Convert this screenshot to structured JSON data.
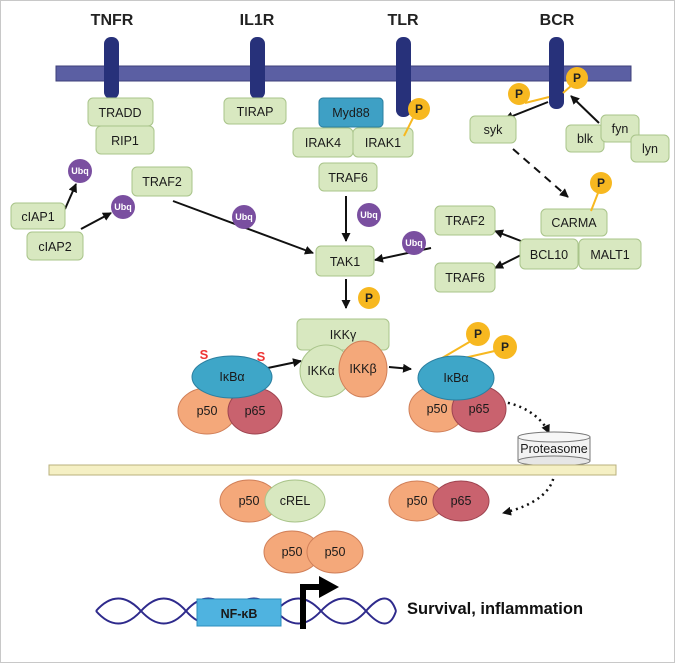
{
  "receptors": {
    "tnfr": "TNFR",
    "il1r": "IL1R",
    "tlr": "TLR",
    "bcr": "BCR"
  },
  "proteins": {
    "tradd": "TRADD",
    "rip1": "RIP1",
    "traf2_tnfr": "TRAF2",
    "ciap1": "cIAP1",
    "ciap2": "cIAP2",
    "tirap": "TIRAP",
    "myd88": "Myd88",
    "irak4": "IRAK4",
    "irak1": "IRAK1",
    "traf6_tlr": "TRAF6",
    "syk": "syk",
    "blk": "blk",
    "fyn": "fyn",
    "lyn": "lyn",
    "carma": "CARMA",
    "bcl10": "BCL10",
    "malt1": "MALT1",
    "traf2_bcr": "TRAF2",
    "traf6_bcr": "TRAF6",
    "tak1": "TAK1",
    "ikkg": "IKKγ",
    "ikka": "IKKα",
    "ikkb": "IKKβ",
    "ikba_left": "IκBα",
    "ikba_right": "IκBα",
    "p50": "p50",
    "p65": "p65",
    "crel": "cREL",
    "proteasome": "Proteasome",
    "nfkb": "NF-κB"
  },
  "mods": {
    "ubq": "Ubq",
    "p": "P",
    "s": "S"
  },
  "outcome": "Survival, inflammation",
  "colors": {
    "membrane": "#5b5fa3",
    "receptor": "#27317a",
    "box_fill": "#d8e8c0",
    "box_stroke": "#a9c48a",
    "myd88_fill": "#3ea0c5",
    "ubq": "#7a4fa0",
    "phospho": "#f7b820",
    "p50": "#f4a87a",
    "p65": "#c9626e",
    "ikba": "#3ea6c8",
    "nuclear_membrane": "#f5f0c4",
    "dna": "#2e2a8c",
    "nfkb_box": "#4fb3e0"
  },
  "icons": {
    "dna": "dna-helix",
    "promoter": "transcription-arrow",
    "proteasome": "barrel-cylinder"
  }
}
